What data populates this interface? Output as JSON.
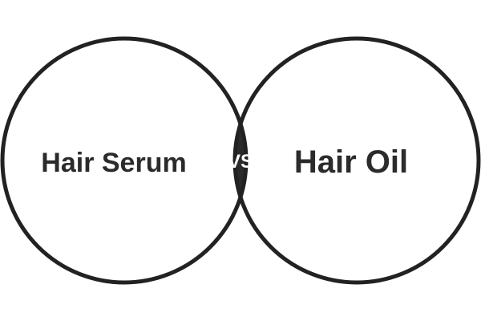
{
  "diagram": {
    "left_label": "Hair Serum",
    "right_label": "Hair Oil",
    "center_label": "VS",
    "colors": {
      "outline": "#222222",
      "overlap_fill": "#2b2b2b",
      "text_dark": "#2b2b2b",
      "text_light": "#ffffff",
      "background": "#ffffff"
    }
  }
}
